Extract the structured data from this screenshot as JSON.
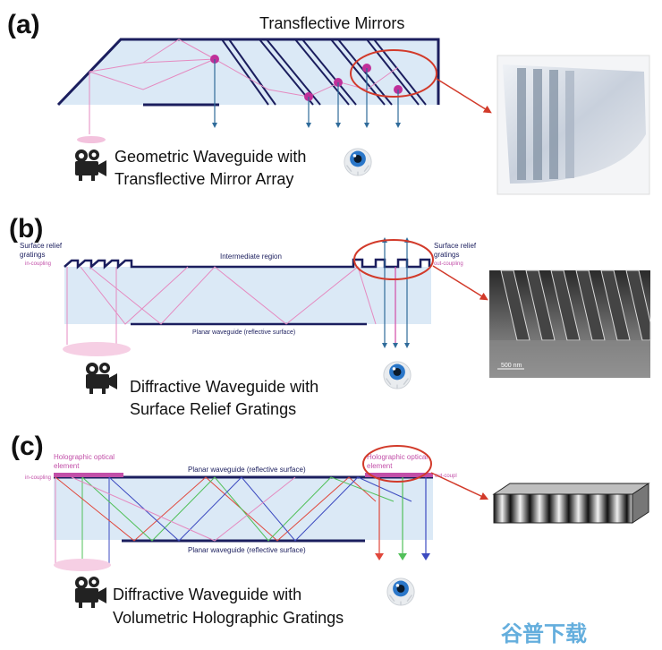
{
  "panel_a": {
    "letter": "(a)",
    "heading": "Transflective Mirrors",
    "caption_line1": "Geometric Waveguide with",
    "caption_line2": "Transflective Mirror Array"
  },
  "panel_b": {
    "letter": "(b)",
    "left_label_line1": "Surface relief",
    "left_label_line2": "gratings",
    "left_label_sub": "in-coupling",
    "middle_label": "Intermediate region",
    "right_label_line1": "Surface relief",
    "right_label_line2": "gratings",
    "right_label_sub": "out-coupling",
    "bottom_label": "Planar waveguide (reflective surface)",
    "sem_scale": "500 nm",
    "caption_line1": "Diffractive Waveguide with",
    "caption_line2": "Surface Relief Gratings"
  },
  "panel_c": {
    "letter": "(c)",
    "left_label_line1": "Holographic optical",
    "left_label_line2": "element",
    "left_sub": "in-coupling",
    "top_label": "Planar waveguide (reflective surface)",
    "right_label_line1": "Holographic optical",
    "right_label_line2": "element",
    "right_sub": "out-coupl",
    "bottom_label": "Planar waveguide (reflective surface)",
    "caption_line1": "Diffractive Waveguide with",
    "caption_line2": "Volumetric Holographic Gratings"
  },
  "watermark": "谷普下载",
  "icons": [
    "film-camera-icon",
    "eye-icon"
  ],
  "colors": {
    "guide_fill": "#dbe9f6",
    "frame": "#1b1e5e",
    "ray": "#e58ac0",
    "mirror_dot": "#c0309a",
    "arrow": "#2f6b9a",
    "callout": "#d23a2a",
    "hoe": "#c24fa8",
    "red_ray": "#e0473b",
    "green_ray": "#52c05a",
    "blue_ray": "#3d4bc0"
  }
}
